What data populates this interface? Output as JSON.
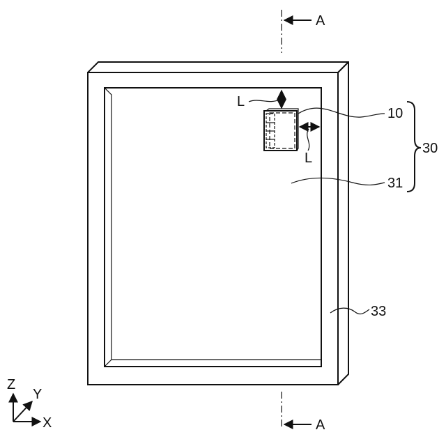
{
  "section_marks": {
    "top": "A",
    "bottom": "A"
  },
  "labels": {
    "clearance_top": "L",
    "clearance_side": "L",
    "component": "10",
    "assembly": "30",
    "panel": "31",
    "frame": "33"
  },
  "axes": {
    "z": "Z",
    "y": "Y",
    "x": "X"
  }
}
